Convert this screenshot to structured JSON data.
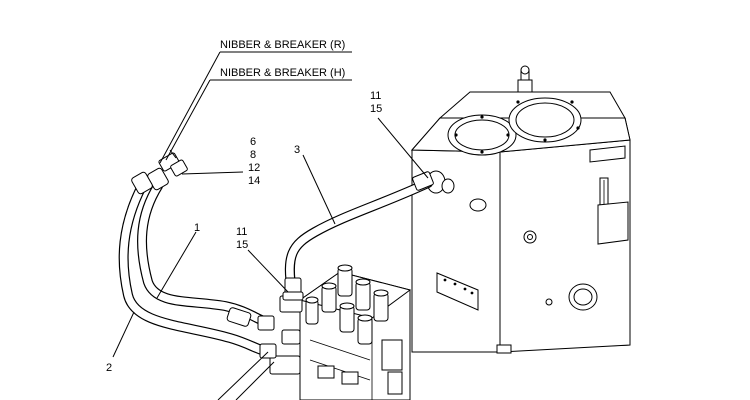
{
  "labels": {
    "breaker_r": "NIBBER & BREAKER (R)",
    "breaker_h": "NIBBER & BREAKER (H)"
  },
  "callouts": {
    "c_6": "6",
    "c_8": "8",
    "c_12": "12",
    "c_14": "14",
    "c_3": "3",
    "c_11_top": "11",
    "c_15_top": "15",
    "c_1": "1",
    "c_11_mid": "11",
    "c_15_mid": "15",
    "c_2": "2"
  }
}
